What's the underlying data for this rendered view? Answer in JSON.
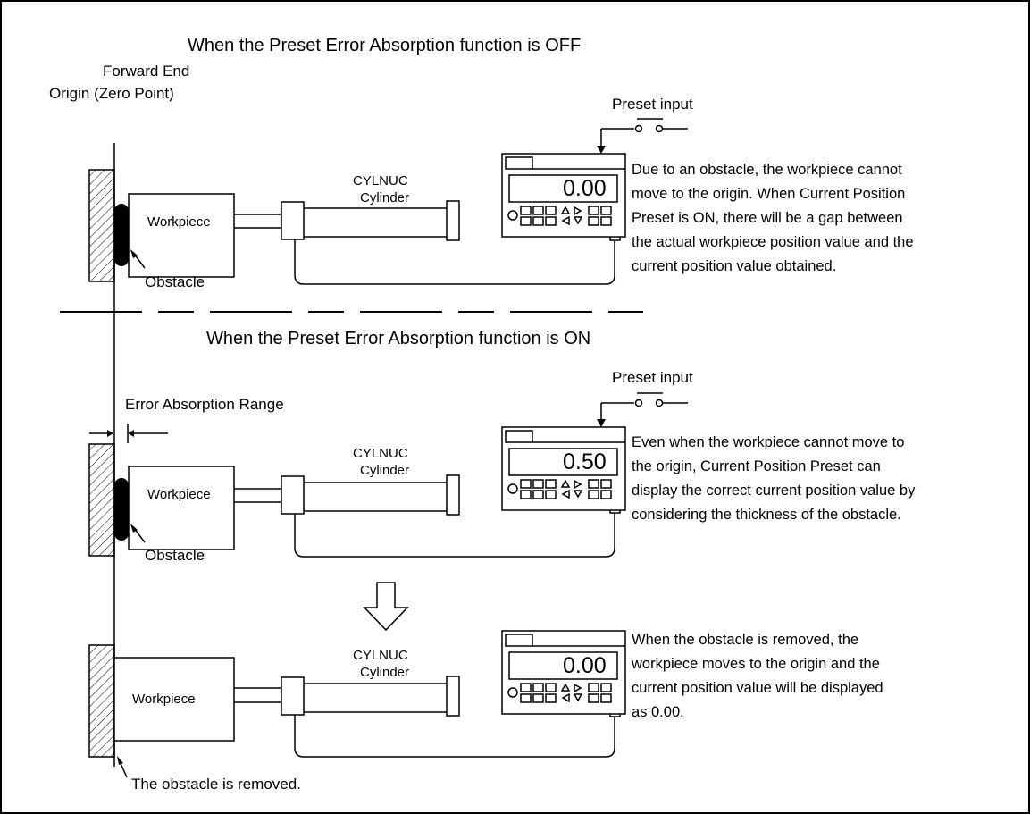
{
  "off_section": {
    "title": "When the Preset Error Absorption function is OFF",
    "origin_label_line1": "Forward End",
    "origin_label_line2": "Origin (Zero Point)",
    "preset_input": "Preset input",
    "cylinder_line1": "CYLNUC",
    "cylinder_line2": "Cylinder",
    "workpiece": "Workpiece",
    "obstacle": "Obstacle",
    "display_value": "0.00",
    "description": [
      "Due to an obstacle, the workpiece cannot",
      "move to the origin.    When Current Position",
      "Preset is ON, there will be a gap between",
      "the actual workpiece position value and the",
      "current position value obtained."
    ]
  },
  "on_section": {
    "title": "When the Preset Error Absorption function is ON",
    "preset_input": "Preset input",
    "error_range": "Error Absorption Range",
    "cylinder_line1": "CYLNUC",
    "cylinder_line2": "Cylinder",
    "workpiece": "Workpiece",
    "obstacle": "Obstacle",
    "display_value": "0.50",
    "description": [
      "Even when the workpiece cannot move to",
      "the origin, Current Position Preset can",
      "display the correct current position value by",
      "considering the thickness of the obstacle."
    ]
  },
  "removed_section": {
    "cylinder_line1": "CYLNUC",
    "cylinder_line2": "Cylinder",
    "workpiece": "Workpiece",
    "removed_label": "The obstacle is removed.",
    "display_value": "0.00",
    "description": [
      "When the obstacle is removed, the",
      "workpiece moves to the origin and the",
      "current position value will be displayed",
      "as 0.00."
    ]
  }
}
